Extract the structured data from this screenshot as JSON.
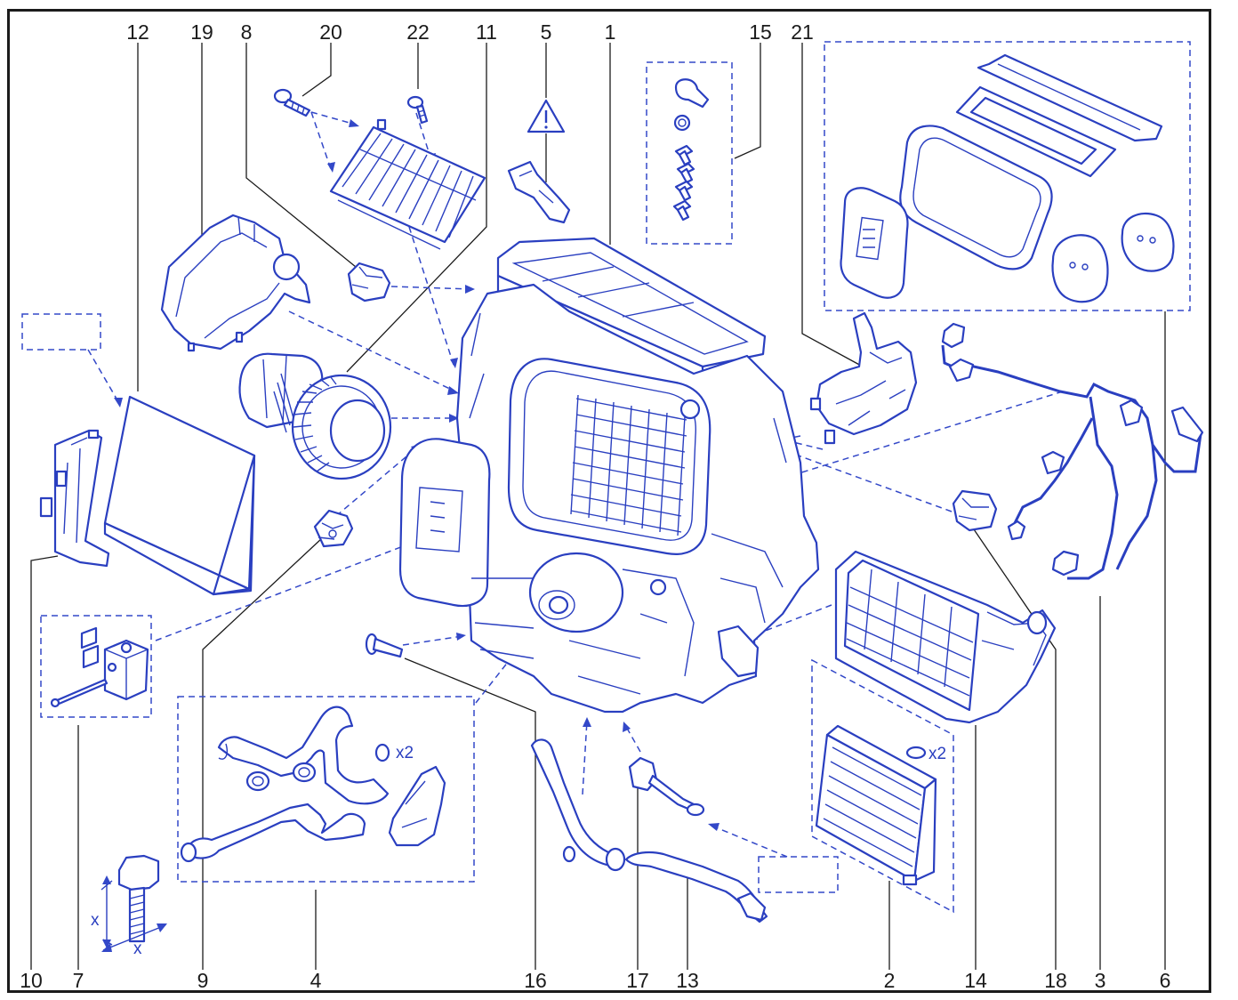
{
  "callouts": [
    {
      "id": "1",
      "label": "1"
    },
    {
      "id": "2",
      "label": "2"
    },
    {
      "id": "3",
      "label": "3"
    },
    {
      "id": "4",
      "label": "4"
    },
    {
      "id": "5",
      "label": "5"
    },
    {
      "id": "6",
      "label": "6"
    },
    {
      "id": "7",
      "label": "7"
    },
    {
      "id": "8",
      "label": "8"
    },
    {
      "id": "9",
      "label": "9"
    },
    {
      "id": "10",
      "label": "10"
    },
    {
      "id": "11",
      "label": "11"
    },
    {
      "id": "12",
      "label": "12"
    },
    {
      "id": "13",
      "label": "13"
    },
    {
      "id": "14",
      "label": "14"
    },
    {
      "id": "15",
      "label": "15"
    },
    {
      "id": "16",
      "label": "16"
    },
    {
      "id": "17",
      "label": "17"
    },
    {
      "id": "18",
      "label": "18"
    },
    {
      "id": "19",
      "label": "19"
    },
    {
      "id": "20",
      "label": "20"
    },
    {
      "id": "21",
      "label": "21"
    },
    {
      "id": "22",
      "label": "22"
    }
  ],
  "annotations": {
    "seal_qty_4": "x2",
    "seal_qty_2": "x2",
    "dim_x_vertical": "x",
    "dim_x_horizontal": "x"
  },
  "icons": {
    "warning": "warning-triangle-icon"
  },
  "colors": {
    "line_art": "#2a3fc0",
    "callout_text": "#1b1b1b",
    "background": "#ffffff"
  }
}
